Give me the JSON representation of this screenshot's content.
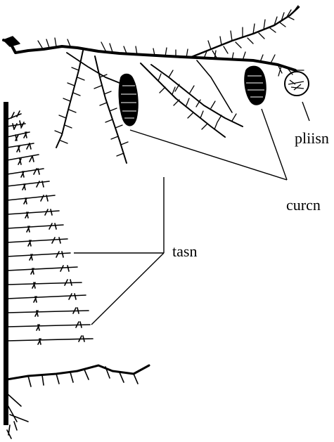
{
  "figure": {
    "labels": {
      "pliisn": "pliisn",
      "curcn": "curcn",
      "tasn": "tasn"
    },
    "ink_color": "#000000",
    "background_color": "#ffffff",
    "icons": [
      "spruce-branch-drawing",
      "spruce-cone-icon",
      "needle-highlight-circle",
      "spruce-trunk-drawing"
    ]
  }
}
